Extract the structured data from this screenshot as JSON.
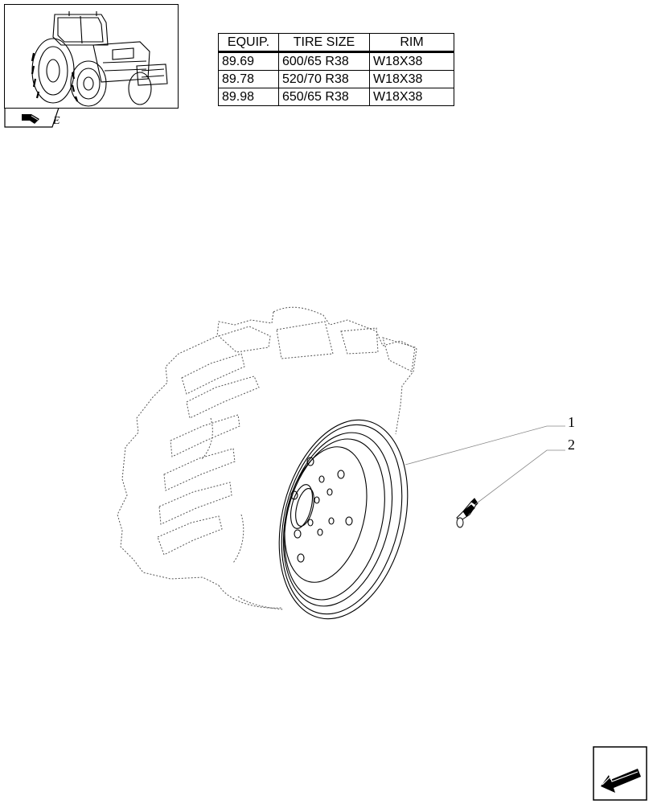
{
  "thumbnail": {
    "icon": "tractor-icon",
    "tab_icon": "book-icon",
    "tab_letter": "E"
  },
  "spec_table": {
    "headers": [
      "EQUIP.",
      "TIRE SIZE",
      "RIM"
    ],
    "rows": [
      [
        "89.69",
        "600/65 R38",
        "W18X38"
      ],
      [
        "89.78",
        "520/70 R38",
        "W18X38"
      ],
      [
        "89.98",
        "650/65 R38",
        "W18X38"
      ]
    ]
  },
  "callouts": [
    "1",
    "2"
  ],
  "navigation": {
    "icon": "previous-page-arrow-icon"
  }
}
